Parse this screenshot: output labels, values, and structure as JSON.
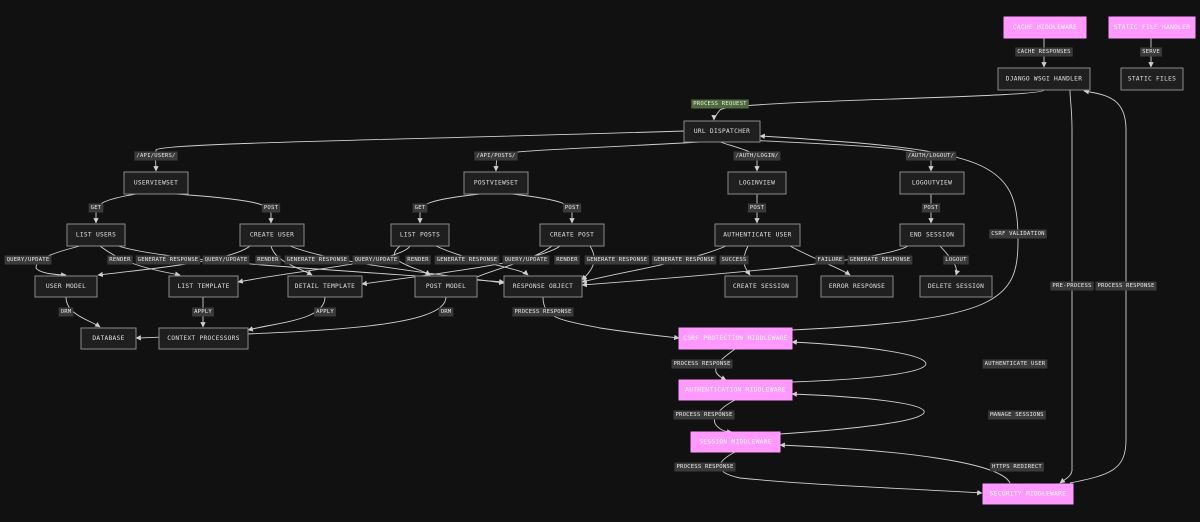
{
  "nodes": {
    "cache": "CACHE MIDDLEWARE",
    "static_handler": "STATIC FILE HANDLER",
    "wsgi": "DJANGO WSGI HANDLER",
    "static_files": "STATIC FILES",
    "url": "URL DISPATCHER",
    "userviewset": "USERVIEWSET",
    "postviewset": "POSTVIEWSET",
    "loginview": "LOGINVIEW",
    "logoutview": "LOGOUTVIEW",
    "list_users": "LIST USERS",
    "create_user": "CREATE USER",
    "list_posts": "LIST POSTS",
    "create_post": "CREATE POST",
    "auth_user": "AUTHENTICATE USER",
    "end_session": "END SESSION",
    "user_model": "USER MODEL",
    "list_template": "LIST TEMPLATE",
    "detail_template": "DETAIL TEMPLATE",
    "post_model": "POST MODEL",
    "response_object": "RESPONSE OBJECT",
    "create_session": "CREATE SESSION",
    "error_response": "ERROR RESPONSE",
    "delete_session": "DELETE SESSION",
    "database": "DATABASE",
    "context_processors": "CONTEXT PROCESSORS",
    "csrf": "CSRF PROTECTION MIDDLEWARE",
    "authmw": "AUTHENTICATION MIDDLEWARE",
    "sessionmw": "SESSION MIDDLEWARE",
    "securitymw": "SECURITY MIDDLEWARE"
  },
  "edge_labels": {
    "cache_responses": "CACHE RESPONSES",
    "serve": "SERVE",
    "process_request": "PROCESS REQUEST",
    "api_users": "/API/USERS/",
    "api_posts": "/API/POSTS/",
    "auth_login": "/AUTH/LOGIN/",
    "auth_logout": "/AUTH/LOGOUT/",
    "get_users": "GET",
    "post_users": "POST",
    "get_posts": "GET",
    "post_posts": "POST",
    "post_login": "POST",
    "post_logout": "POST",
    "lu_query": "QUERY/UPDATE",
    "lu_render": "RENDER",
    "lu_generate": "GENERATE RESPONSE",
    "cu_query": "QUERY/UPDATE",
    "cu_render": "RENDER",
    "cu_generate": "GENERATE RESPONSE",
    "lp_query": "QUERY/UPDATE",
    "lp_render": "RENDER",
    "lp_generate": "GENERATE RESPONSE",
    "cp_query": "QUERY/UPDATE",
    "cp_render": "RENDER",
    "cp_generate": "GENERATE RESPONSE",
    "au_generate": "GENERATE RESPONSE",
    "au_success": "SUCCESS",
    "au_failure": "FAILURE",
    "es_generate": "GENERATE RESPONSE",
    "es_logout": "LOGOUT",
    "csrf_validation": "CSRF VALIDATION",
    "pre_process": "PRE-PROCESS",
    "process_response_right": "PROCESS RESPONSE",
    "orm_user": "ORM",
    "apply_list": "APPLY",
    "apply_detail": "APPLY",
    "orm_post": "ORM",
    "process_response_resp": "PROCESS RESPONSE",
    "process_response_csrf": "PROCESS RESPONSE",
    "authenticate_user": "AUTHENTICATE USER",
    "process_response_auth": "PROCESS RESPONSE",
    "manage_sessions": "MANAGE SESSIONS",
    "process_response_session": "PROCESS RESPONSE",
    "https_redirect": "HTTPS REDIRECT"
  }
}
